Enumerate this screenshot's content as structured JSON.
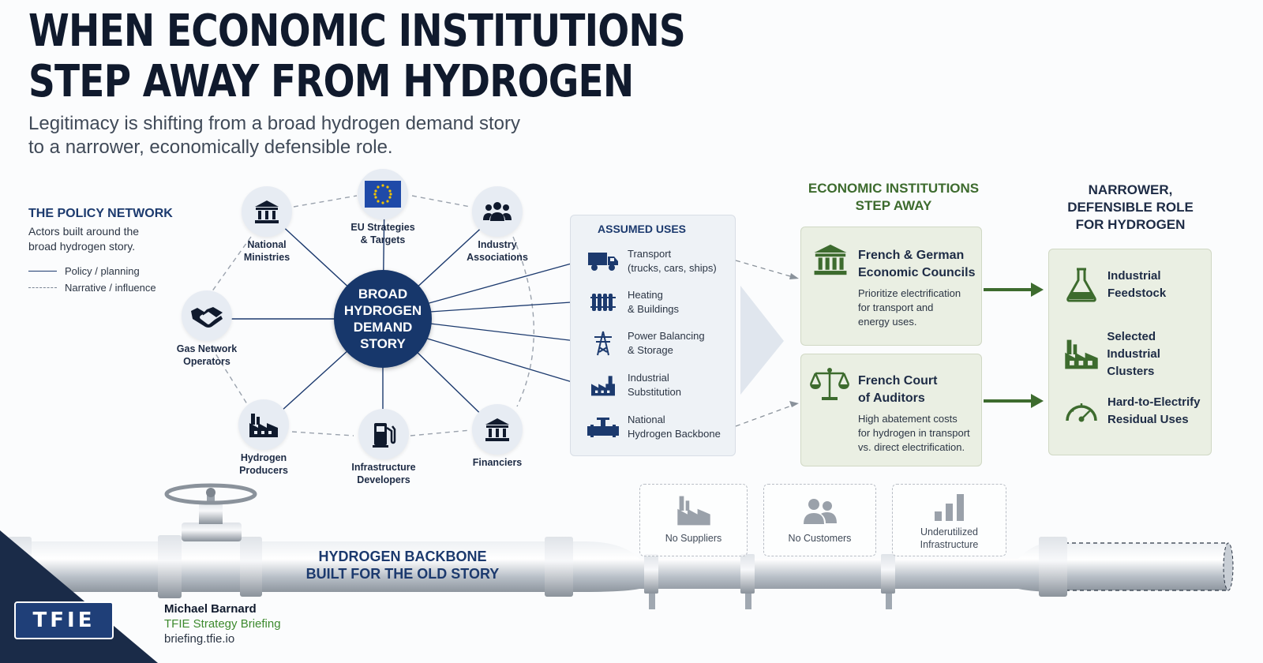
{
  "header": {
    "title_line1": "WHEN ECONOMIC INSTITUTIONS",
    "title_line2": "STEP AWAY FROM HYDROGEN",
    "subtitle_line1": "Legitimacy is shifting from a broad hydrogen demand story",
    "subtitle_line2": "to a narrower, economically defensible role."
  },
  "legend": {
    "heading": "THE POLICY NETWORK",
    "text_line1": "Actors built around the",
    "text_line2": "broad hydrogen story.",
    "solid_label": "Policy / planning",
    "dashed_label": "Narrative / influence"
  },
  "network": {
    "hub": [
      "BROAD",
      "HYDROGEN",
      "DEMAND",
      "STORY"
    ],
    "nodes": [
      {
        "line1": "National",
        "line2": "Ministries",
        "icon": "government-building-icon"
      },
      {
        "line1": "EU Strategies",
        "line2": "& Targets",
        "icon": "eu-flag-icon"
      },
      {
        "line1": "Industry",
        "line2": "Associations",
        "icon": "people-group-icon"
      },
      {
        "line1": "Gas Network",
        "line2": "Operators",
        "icon": "handshake-icon"
      },
      {
        "line1": "Hydrogen",
        "line2": "Producers",
        "icon": "factory-icon"
      },
      {
        "line1": "Infrastructure",
        "line2": "Developers",
        "icon": "fuel-pump-icon"
      },
      {
        "line1": "Financiers",
        "line2": "",
        "icon": "bank-icon"
      }
    ]
  },
  "assumed_uses": {
    "heading": "ASSUMED USES",
    "items": [
      {
        "line1": "Transport",
        "line2": "(trucks, cars, ships)",
        "icon": "truck-icon"
      },
      {
        "line1": "Heating",
        "line2": "& Buildings",
        "icon": "radiator-icon"
      },
      {
        "line1": "Power Balancing",
        "line2": "& Storage",
        "icon": "power-pylon-icon"
      },
      {
        "line1": "Industrial",
        "line2": "Substitution",
        "icon": "factory-icon"
      },
      {
        "line1": "National",
        "line2": "Hydrogen Backbone",
        "icon": "pipe-valve-icon"
      }
    ]
  },
  "institutions": {
    "heading_line1": "ECONOMIC INSTITUTIONS",
    "heading_line2": "STEP AWAY",
    "cards": [
      {
        "title_line1": "French & German",
        "title_line2": "Economic Councils",
        "desc": [
          "Prioritize electrification",
          "for transport and",
          "energy uses."
        ],
        "icon": "government-building-icon"
      },
      {
        "title_line1": "French Court",
        "title_line2": "of Auditors",
        "desc": [
          "High abatement costs",
          "for hydrogen in transport",
          "vs. direct electrification."
        ],
        "icon": "scales-icon"
      }
    ]
  },
  "role": {
    "heading": [
      "NARROWER,",
      "DEFENSIBLE ROLE",
      "FOR HYDROGEN"
    ],
    "items": [
      {
        "line1": "Industrial",
        "line2": "Feedstock",
        "icon": "flask-icon"
      },
      {
        "line1": "Selected Industrial",
        "line2": "Clusters",
        "icon": "factory-icon"
      },
      {
        "line1": "Hard-to-Electrify",
        "line2": "Residual Uses",
        "icon": "gauge-icon"
      }
    ]
  },
  "stranded": [
    {
      "line1": "No Suppliers",
      "line2": "",
      "icon": "factory-icon"
    },
    {
      "line1": "No Customers",
      "line2": "",
      "icon": "people-icon"
    },
    {
      "line1": "Underutilized",
      "line2": "Infrastructure",
      "icon": "bar-chart-icon"
    }
  ],
  "backbone": {
    "line1": "HYDROGEN BACKBONE",
    "line2": "BUILT FOR THE OLD STORY"
  },
  "footer": {
    "logo": "TFIE",
    "author": "Michael Barnard",
    "brand": "TFIE Strategy Briefing",
    "url": "briefing.tfie.io"
  },
  "colors": {
    "navy": "#17376b",
    "green": "#3d6b2e",
    "steel": "#b8bfc7",
    "panel_blue": "#eef2f6",
    "panel_green": "#eaefe3"
  }
}
